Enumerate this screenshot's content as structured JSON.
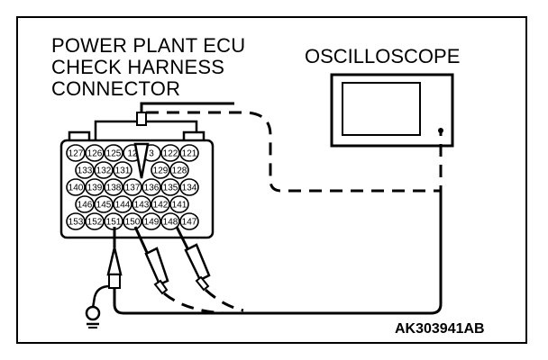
{
  "connector_label": {
    "line1": "POWER PLANT ECU",
    "line2": "CHECK HARNESS",
    "line3": "CONNECTOR"
  },
  "scope_label": "OSCILLOSCOPE",
  "figure_id": "AK303941AB",
  "pins": {
    "row1": [
      "127",
      "126",
      "125",
      "12",
      "3",
      "122",
      "121"
    ],
    "row2": [
      "133",
      "132",
      "131",
      "",
      "129",
      "128"
    ],
    "row3": [
      "140",
      "139",
      "138",
      "137",
      "136",
      "135",
      "134"
    ],
    "row4": [
      "146",
      "145",
      "144",
      "143",
      "142",
      "141"
    ],
    "row5": [
      "153",
      "152",
      "151",
      "150",
      "149",
      "148",
      "147"
    ]
  }
}
